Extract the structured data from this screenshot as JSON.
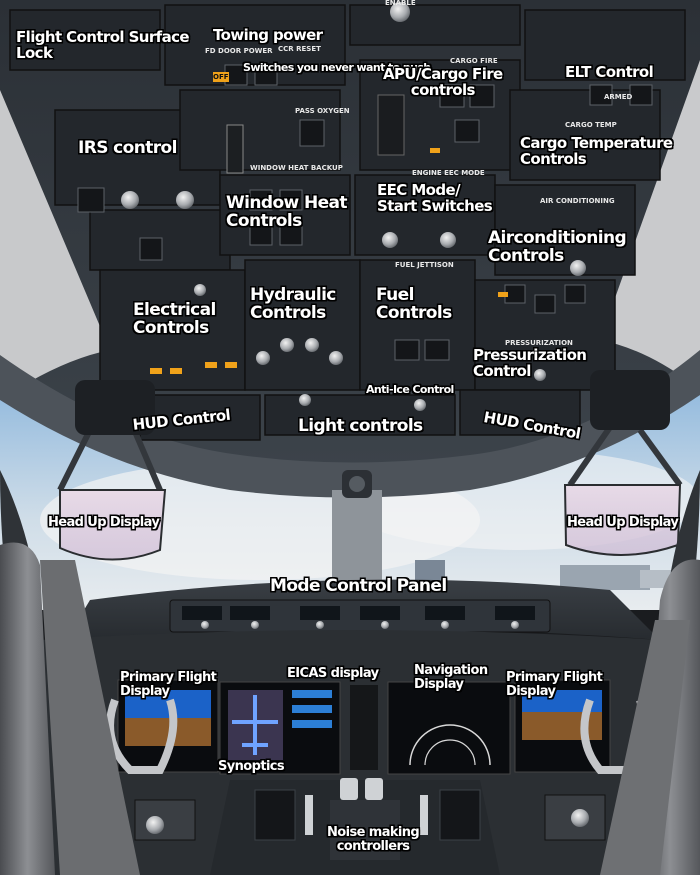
{
  "labels": {
    "flight_control_surface_lock": [
      "Flight Control Surface",
      "Lock"
    ],
    "towing_power": "Towing power",
    "switches_never": "Switches you never want to push",
    "apu_cargo_fire": [
      "APU/Cargo Fire",
      "controls"
    ],
    "elt_control": "ELT Control",
    "irs_control": "IRS control",
    "cargo_temperature": [
      "Cargo Temperature",
      "Controls"
    ],
    "window_heat": [
      "Window Heat",
      "Controls"
    ],
    "eec_mode": [
      "EEC Mode/",
      "Start Switches"
    ],
    "airconditioning": [
      "Airconditioning",
      "Controls"
    ],
    "electrical": [
      "Electrical",
      "Controls"
    ],
    "hydraulic": [
      "Hydraulic",
      "Controls"
    ],
    "fuel": [
      "Fuel",
      "Controls"
    ],
    "pressurization": [
      "Pressurization",
      "Control"
    ],
    "anti_ice": "Anti-Ice Control",
    "hud_control_left": "HUD Control",
    "light_controls": "Light controls",
    "hud_control_right": "HUD Control",
    "head_up_display_left": "Head Up Display",
    "head_up_display_right": "Head Up Display",
    "mode_control_panel": "Mode Control Panel",
    "primary_flight_display_left": [
      "Primary Flight",
      "Display"
    ],
    "eicas_display": "EICAS display",
    "navigation_display": [
      "Navigation",
      "Display"
    ],
    "primary_flight_display_right": [
      "Primary Flight",
      "Display"
    ],
    "synoptics": "Synoptics",
    "noise_making": [
      "Noise making",
      "controllers"
    ]
  },
  "panel_text": {
    "fd_door_power": "FD DOOR POWER",
    "ccr_reset": "CCR RESET",
    "cargo_fire": "CARGO FIRE",
    "enable": "ENABLE",
    "off": "OFF",
    "window_heat_backup": "WINDOW HEAT BACKUP",
    "engine_eec_mode": "ENGINE EEC MODE",
    "cargo_temp": "CARGO TEMP",
    "air_conditioning": "AIR CONDITIONING",
    "fuel_jettison": "FUEL JETTISON",
    "pressurization": "PRESSURIZATION",
    "pass_oxygen": "PASS OXYGEN",
    "armed": "ARMED"
  },
  "colors": {
    "label_text": "#ffffff",
    "label_outline": "#000000",
    "annunciator_amber": "#f0a21a",
    "display_blue": "#1b62c8",
    "display_brown": "#8a5a2a"
  }
}
